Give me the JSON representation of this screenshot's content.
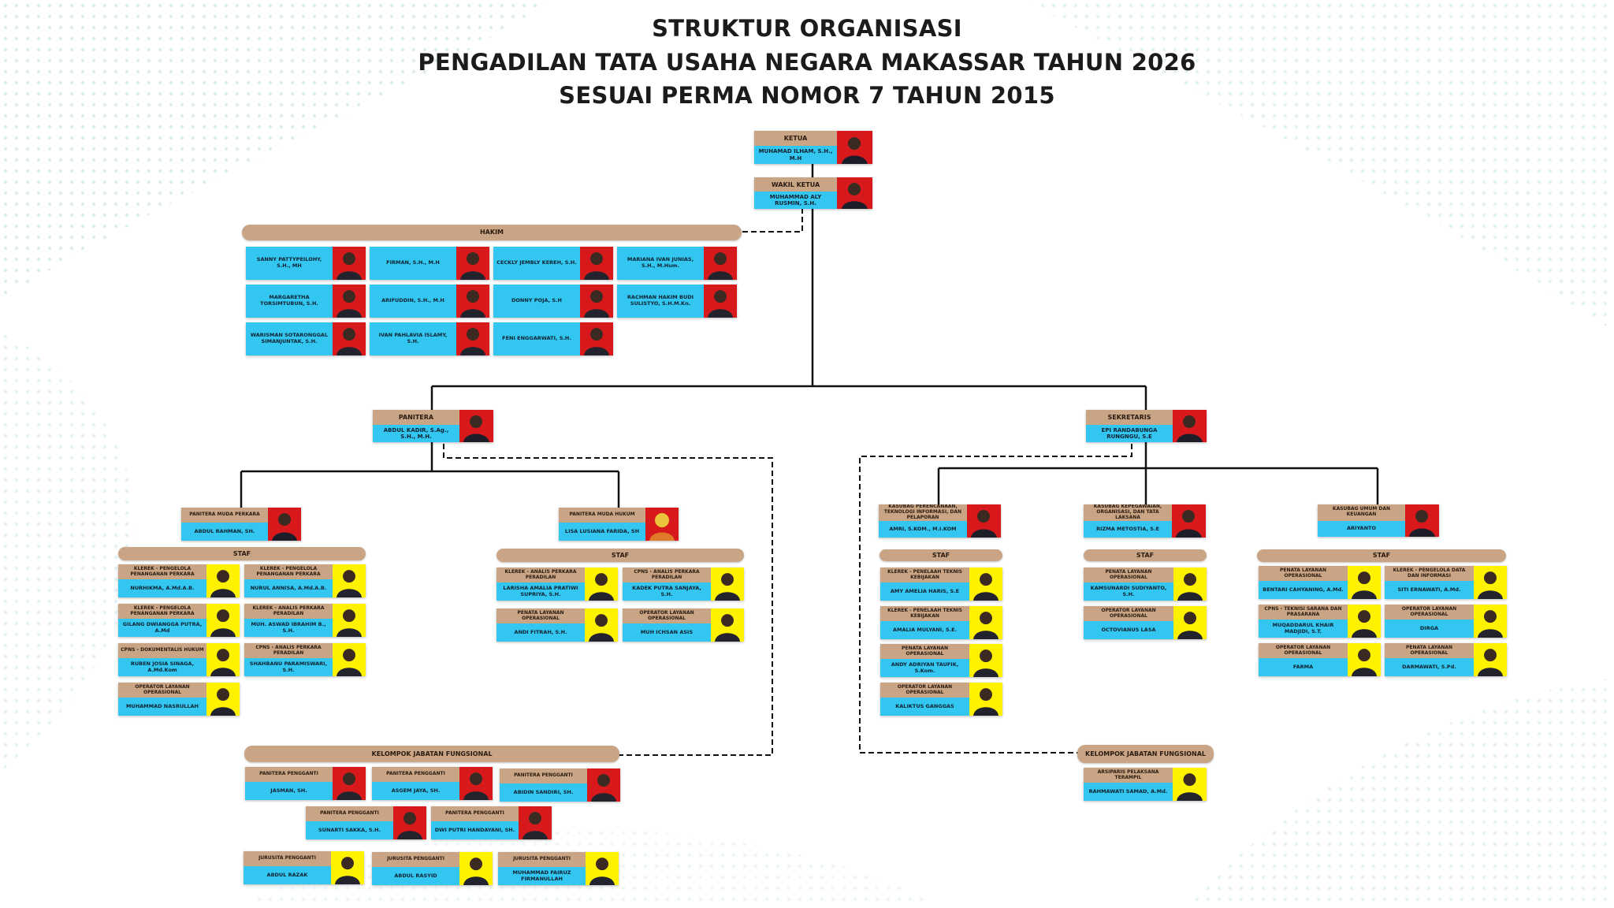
{
  "title": {
    "line1": "STRUKTUR ORGANISASI",
    "line2": "PENGADILAN TATA USAHA NEGARA MAKASSAR TAHUN 2026",
    "line3": "SESUAI PERMA NOMOR 7 TAHUN 2015"
  },
  "colors": {
    "header_bar": "#c9a585",
    "name_box": "#32c6f0",
    "photo_red": "#d7191c",
    "photo_yellow": "#fff200",
    "line": "#111111"
  },
  "leaders": {
    "ketua": {
      "role": "KETUA",
      "name": "MUHAMAD ILHAM, S.H., M.H"
    },
    "wakil": {
      "role": "WAKIL KETUA",
      "name": "MUHAMMAD ALY RUSMIN, S.H."
    }
  },
  "hakim": {
    "header": "HAKIM",
    "members": [
      "SANNY PATTYPEILOHY, S.H., MH",
      "FIRMAN, S.H., M.H",
      "CECKLY JEMBLY KEREH, S.H.",
      "MARIANA IVAN JUNIAS, S.H., M.Hum.",
      "MARGARETHA TORSIMTUBUN, S.H.",
      "ARIFUDDIN, S.H., M.H",
      "DONNY POJA, S.H",
      "RACHMAN HAKIM BUDI SULISTYO, S.H.M.Kn.",
      "WARISMAN SOTARONGGAL SIMANJUNTAK, S.H.",
      "IVAN PAHLAVIA ISLAMY, S.H.",
      "FENI ENGGARWATI, S.H."
    ]
  },
  "panitera": {
    "role": "PANITERA",
    "name": "ABDUL KADIR, S.Ag., S.H., M.H."
  },
  "sekretaris": {
    "role": "SEKRETARIS",
    "name": "EPI RANDABUNGA RUNGNGU, S.E"
  },
  "pm_perkara": {
    "role": "PANITERA MUDA PERKARA",
    "name": "ABDUL RAHMAN, SH.",
    "staf_header": "STAF",
    "staf": [
      {
        "role": "KLEREK - PENGELOLA PENANGANAN PERKARA",
        "name": "NURHIKMA, A.Md.A.B."
      },
      {
        "role": "KLEREK - PENGELOLA PENANGANAN PERKARA",
        "name": "NURUL ANNISA, A.Md.A.B."
      },
      {
        "role": "KLEREK - PENGELOLA PENANGANAN PERKARA",
        "name": "GILANG DWIANGGA PUTRA, A.Md"
      },
      {
        "role": "KLEREK - ANALIS PERKARA PERADILAN",
        "name": "MUH. ASWAD IBRAHIM B., S.H."
      },
      {
        "role": "CPNS - DOKUMENTALIS HUKUM",
        "name": "RUBEN JOSIA SINAGA, A.Md.Kom"
      },
      {
        "role": "CPNS - ANALIS PERKARA PERADILAN",
        "name": "SHAHBANU PARAMISWARI, S.H."
      },
      {
        "role": "OPERATOR LAYANAN OPERASIONAL",
        "name": "MUHAMMAD NASRULLAH"
      }
    ]
  },
  "pm_hukum": {
    "role": "PANITERA MUDA HUKUM",
    "name": "LISA LUSIANA FARIDA, SH",
    "staf_header": "STAF",
    "staf": [
      {
        "role": "KLEREK - ANALIS PERKARA PERADILAN",
        "name": "LARISHA AMALIA PRATIWI SUPRIYA, S.H."
      },
      {
        "role": "CPNS - ANALIS PERKARA PERADILAN",
        "name": "KADEK PUTRA SANJAYA, S.H."
      },
      {
        "role": "PENATA LAYANAN OPERASIONAL",
        "name": "ANDI FITRAH, S.H."
      },
      {
        "role": "OPERATOR LAYANAN OPERASIONAL",
        "name": "MUH ICHSAN ASIS"
      }
    ]
  },
  "kasubag_ptip": {
    "role": "KASUBAG PERENCANAAN, TEKNOLOGI INFORMASI, DAN PELAPORAN",
    "name": "AMRI, S.KOM., M.I.KOM",
    "staf_header": "STAF",
    "staf": [
      {
        "role": "KLEREK - PENELAAH TEKNIS KEBIJAKAN",
        "name": "AMY AMELIA HARIS, S.E"
      },
      {
        "role": "KLEREK - PENELAAH TEKNIS KEBIJAKAN",
        "name": "AMALIA MULYANI, S.E."
      },
      {
        "role": "PENATA LAYANAN OPERASIONAL",
        "name": "ANDY ADRIYAN TAUFIK, S.Kom."
      },
      {
        "role": "OPERATOR LAYANAN OPERASIONAL",
        "name": "KALIKTUS GANGGAS"
      }
    ]
  },
  "kasubag_kepegawaian": {
    "role": "KASUBAG KEPEGAWAIAN, ORGANISASI, DAN TATA LAKSANA",
    "name": "RIZMA METOSTIA, S.E",
    "staf_header": "STAF",
    "staf": [
      {
        "role": "PENATA LAYANAN OPERASIONAL",
        "name": "KAMSUNARDI SUDIYANTO, S.H."
      },
      {
        "role": "OPERATOR LAYANAN OPERASIONAL",
        "name": "OCTOVIANUS LASA"
      }
    ]
  },
  "kasubag_umum": {
    "role": "KASUBAG UMUM DAN KEUANGAN",
    "name": "ARIYANTO",
    "staf_header": "STAF",
    "staf": [
      {
        "role": "PENATA LAYANAN OPERASIONAL",
        "name": "BENTARI CAHYANING, A.Md."
      },
      {
        "role": "KLEREK - PENGELOLA DATA DAN INFORMASI",
        "name": "SITI ERNAWATI, A.Md."
      },
      {
        "role": "CPNS - TEKNISI SARANA DAN PRASARANA",
        "name": "MUQADDARUL KHAIR MADJIDI, S.T."
      },
      {
        "role": "OPERATOR LAYANAN OPERASIONAL",
        "name": "DIRGA"
      },
      {
        "role": "OPERATOR LAYANAN OPERASIONAL",
        "name": "FARMA"
      },
      {
        "role": "PENATA LAYANAN OPERASIONAL",
        "name": "DARMAWATI, S.Pd."
      }
    ]
  },
  "fungsional_left": {
    "header": "KELOMPOK JABATAN FUNGSIONAL",
    "members": [
      {
        "role": "PANITERA PENGGANTI",
        "name": "JASMAN, SH."
      },
      {
        "role": "PANITERA PENGGANTI",
        "name": "ASGEM JAYA, SH."
      },
      {
        "role": "PANITERA PENGGANTI",
        "name": "ABIDIN SANDIRI, SH."
      },
      {
        "role": "PANITERA PENGGANTI",
        "name": "SUNARTI SAKKA, S.H."
      },
      {
        "role": "PANITERA PENGGANTI",
        "name": "DWI PUTRI HANDAYANI, SH."
      },
      {
        "role": "JURUSITA PENGGANTI",
        "name": "ABDUL RAZAK"
      },
      {
        "role": "JURUSITA PENGGANTI",
        "name": "ABDUL RASYID"
      },
      {
        "role": "JURUSITA PENGGANTI",
        "name": "MUHAMMAD FAIRUZ FIRMANULLAH"
      }
    ]
  },
  "fungsional_right": {
    "header": "KELOMPOK JABATAN FUNGSIONAL",
    "members": [
      {
        "role": "ARSIPARIS PELAKSANA TERAMPIL",
        "name": "RAHMAWATI SAMAD, A.Md."
      }
    ]
  }
}
